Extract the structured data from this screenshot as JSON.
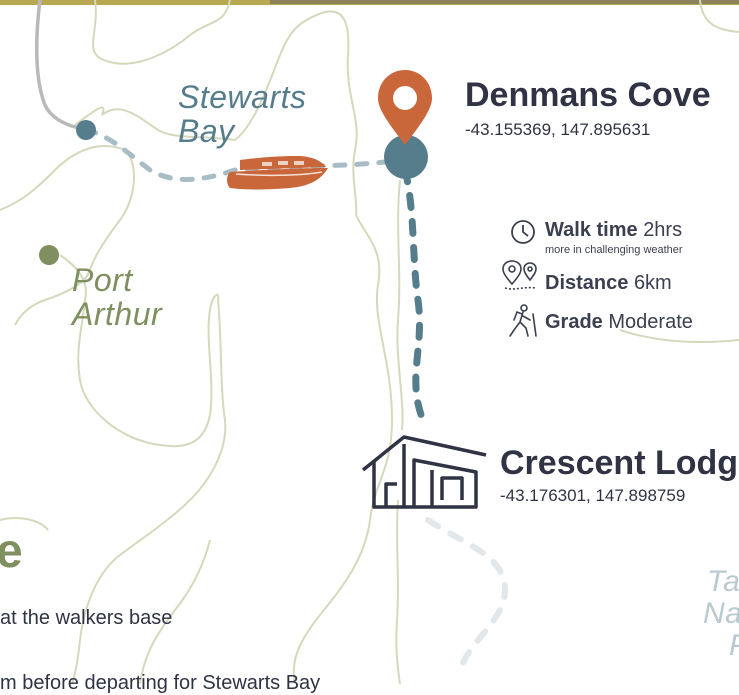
{
  "places": {
    "stewarts_bay": [
      "Stewarts",
      "Bay"
    ],
    "port_arthur": [
      "Port",
      "Arthur"
    ],
    "tasman_partial": [
      "Ta",
      "Na",
      "P"
    ]
  },
  "start": {
    "name": "Denmans Cove",
    "coords": "-43.155369, 147.895631"
  },
  "end": {
    "name": "Crescent Lodge",
    "coords": "-43.176301, 147.898759"
  },
  "stats": {
    "walk_time_label": "Walk time",
    "walk_time_value": "2hrs",
    "walk_time_note": "more in challenging weather",
    "distance_label": "Distance",
    "distance_value": "6km",
    "grade_label": "Grade",
    "grade_value": "Moderate"
  },
  "body_text": {
    "heading_fragment": "e",
    "line1": "at the walkers base",
    "line2": "m before departing for Stewarts Bay"
  },
  "colors": {
    "route": "#557d8c",
    "route_light": "#a7bcc4",
    "accent": "#c9673a",
    "olive": "#7f8f60",
    "coast": "#d6d8bc",
    "dark": "#2f3344"
  },
  "icons": {
    "start": "map-pin-icon",
    "end": "lodge-icon",
    "boat": "boat-icon",
    "clock": "clock-icon",
    "distance": "distance-pins-icon",
    "grade": "hiker-icon"
  }
}
